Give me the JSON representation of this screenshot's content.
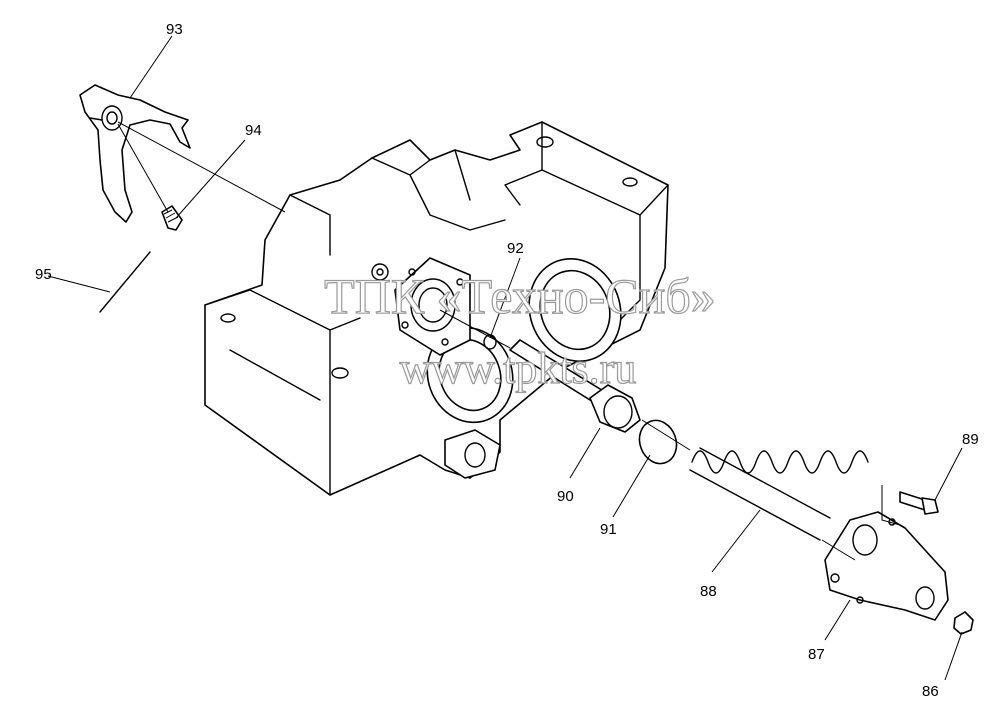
{
  "watermark": {
    "line1": "ТПК «Техно-Сиб»",
    "line2": "www.tpkts.ru"
  },
  "callouts": {
    "c93": "93",
    "c94": "94",
    "c95": "95",
    "c92": "92",
    "c90": "90",
    "c91": "91",
    "c88": "88",
    "c89": "89",
    "c87": "87",
    "c86": "86"
  }
}
